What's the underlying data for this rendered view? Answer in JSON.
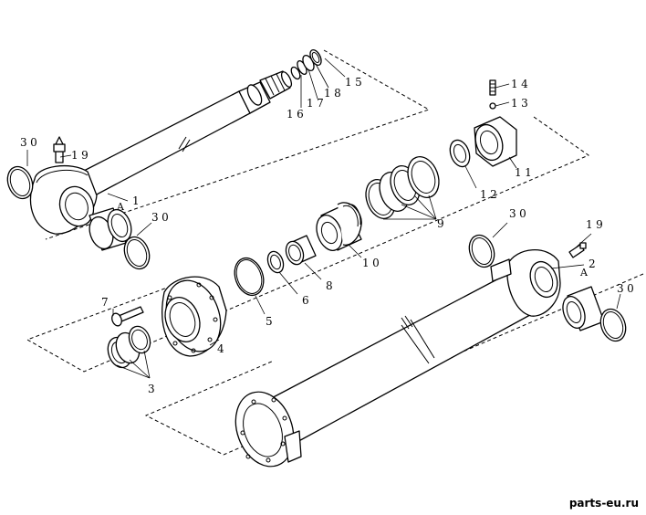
{
  "callouts": {
    "c1": "1",
    "c2": "2",
    "c3": "3",
    "c4": "4",
    "c5": "5",
    "c6": "6",
    "c7": "7",
    "c8": "8",
    "c9": "9",
    "c10": "10",
    "c11": "11",
    "c12": "12",
    "c13": "13",
    "c14": "14",
    "c15": "15",
    "c16": "16",
    "c17": "17",
    "c18": "18",
    "c19a": "19",
    "c19b": "19",
    "c30a": "30",
    "c30b": "30",
    "c30c": "30",
    "c30d": "30",
    "markA1": "A",
    "markA2": "A"
  },
  "watermark": "parts-eu.ru"
}
